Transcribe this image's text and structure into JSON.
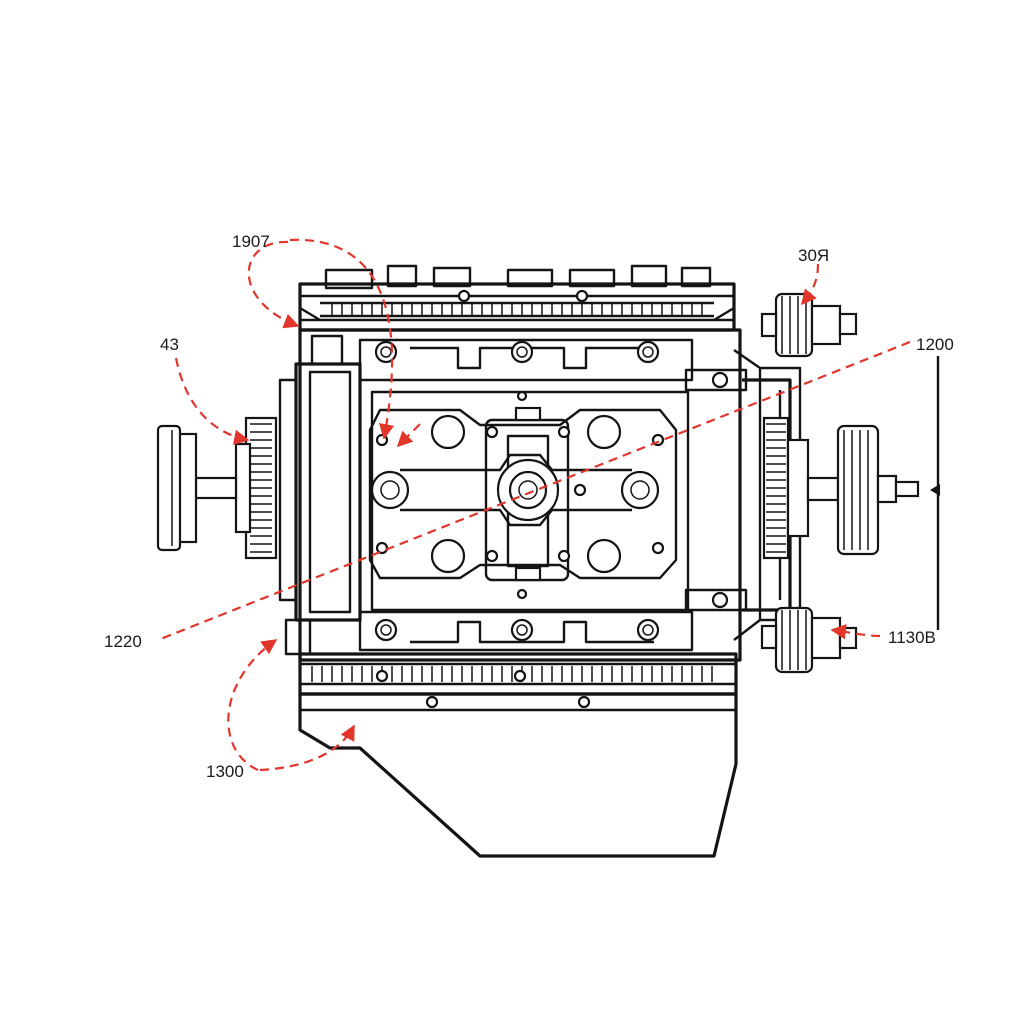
{
  "colors": {
    "callout": "#e0362c",
    "line": "#141414",
    "background": "#ffffff"
  },
  "callouts": [
    {
      "id": "1907",
      "label": "1907"
    },
    {
      "id": "43",
      "label": "43"
    },
    {
      "id": "30r",
      "label": "30Я"
    },
    {
      "id": "1200",
      "label": "1200"
    },
    {
      "id": "1220",
      "label": "1220"
    },
    {
      "id": "1130b",
      "label": "1130B"
    },
    {
      "id": "1300",
      "label": "1300"
    }
  ]
}
